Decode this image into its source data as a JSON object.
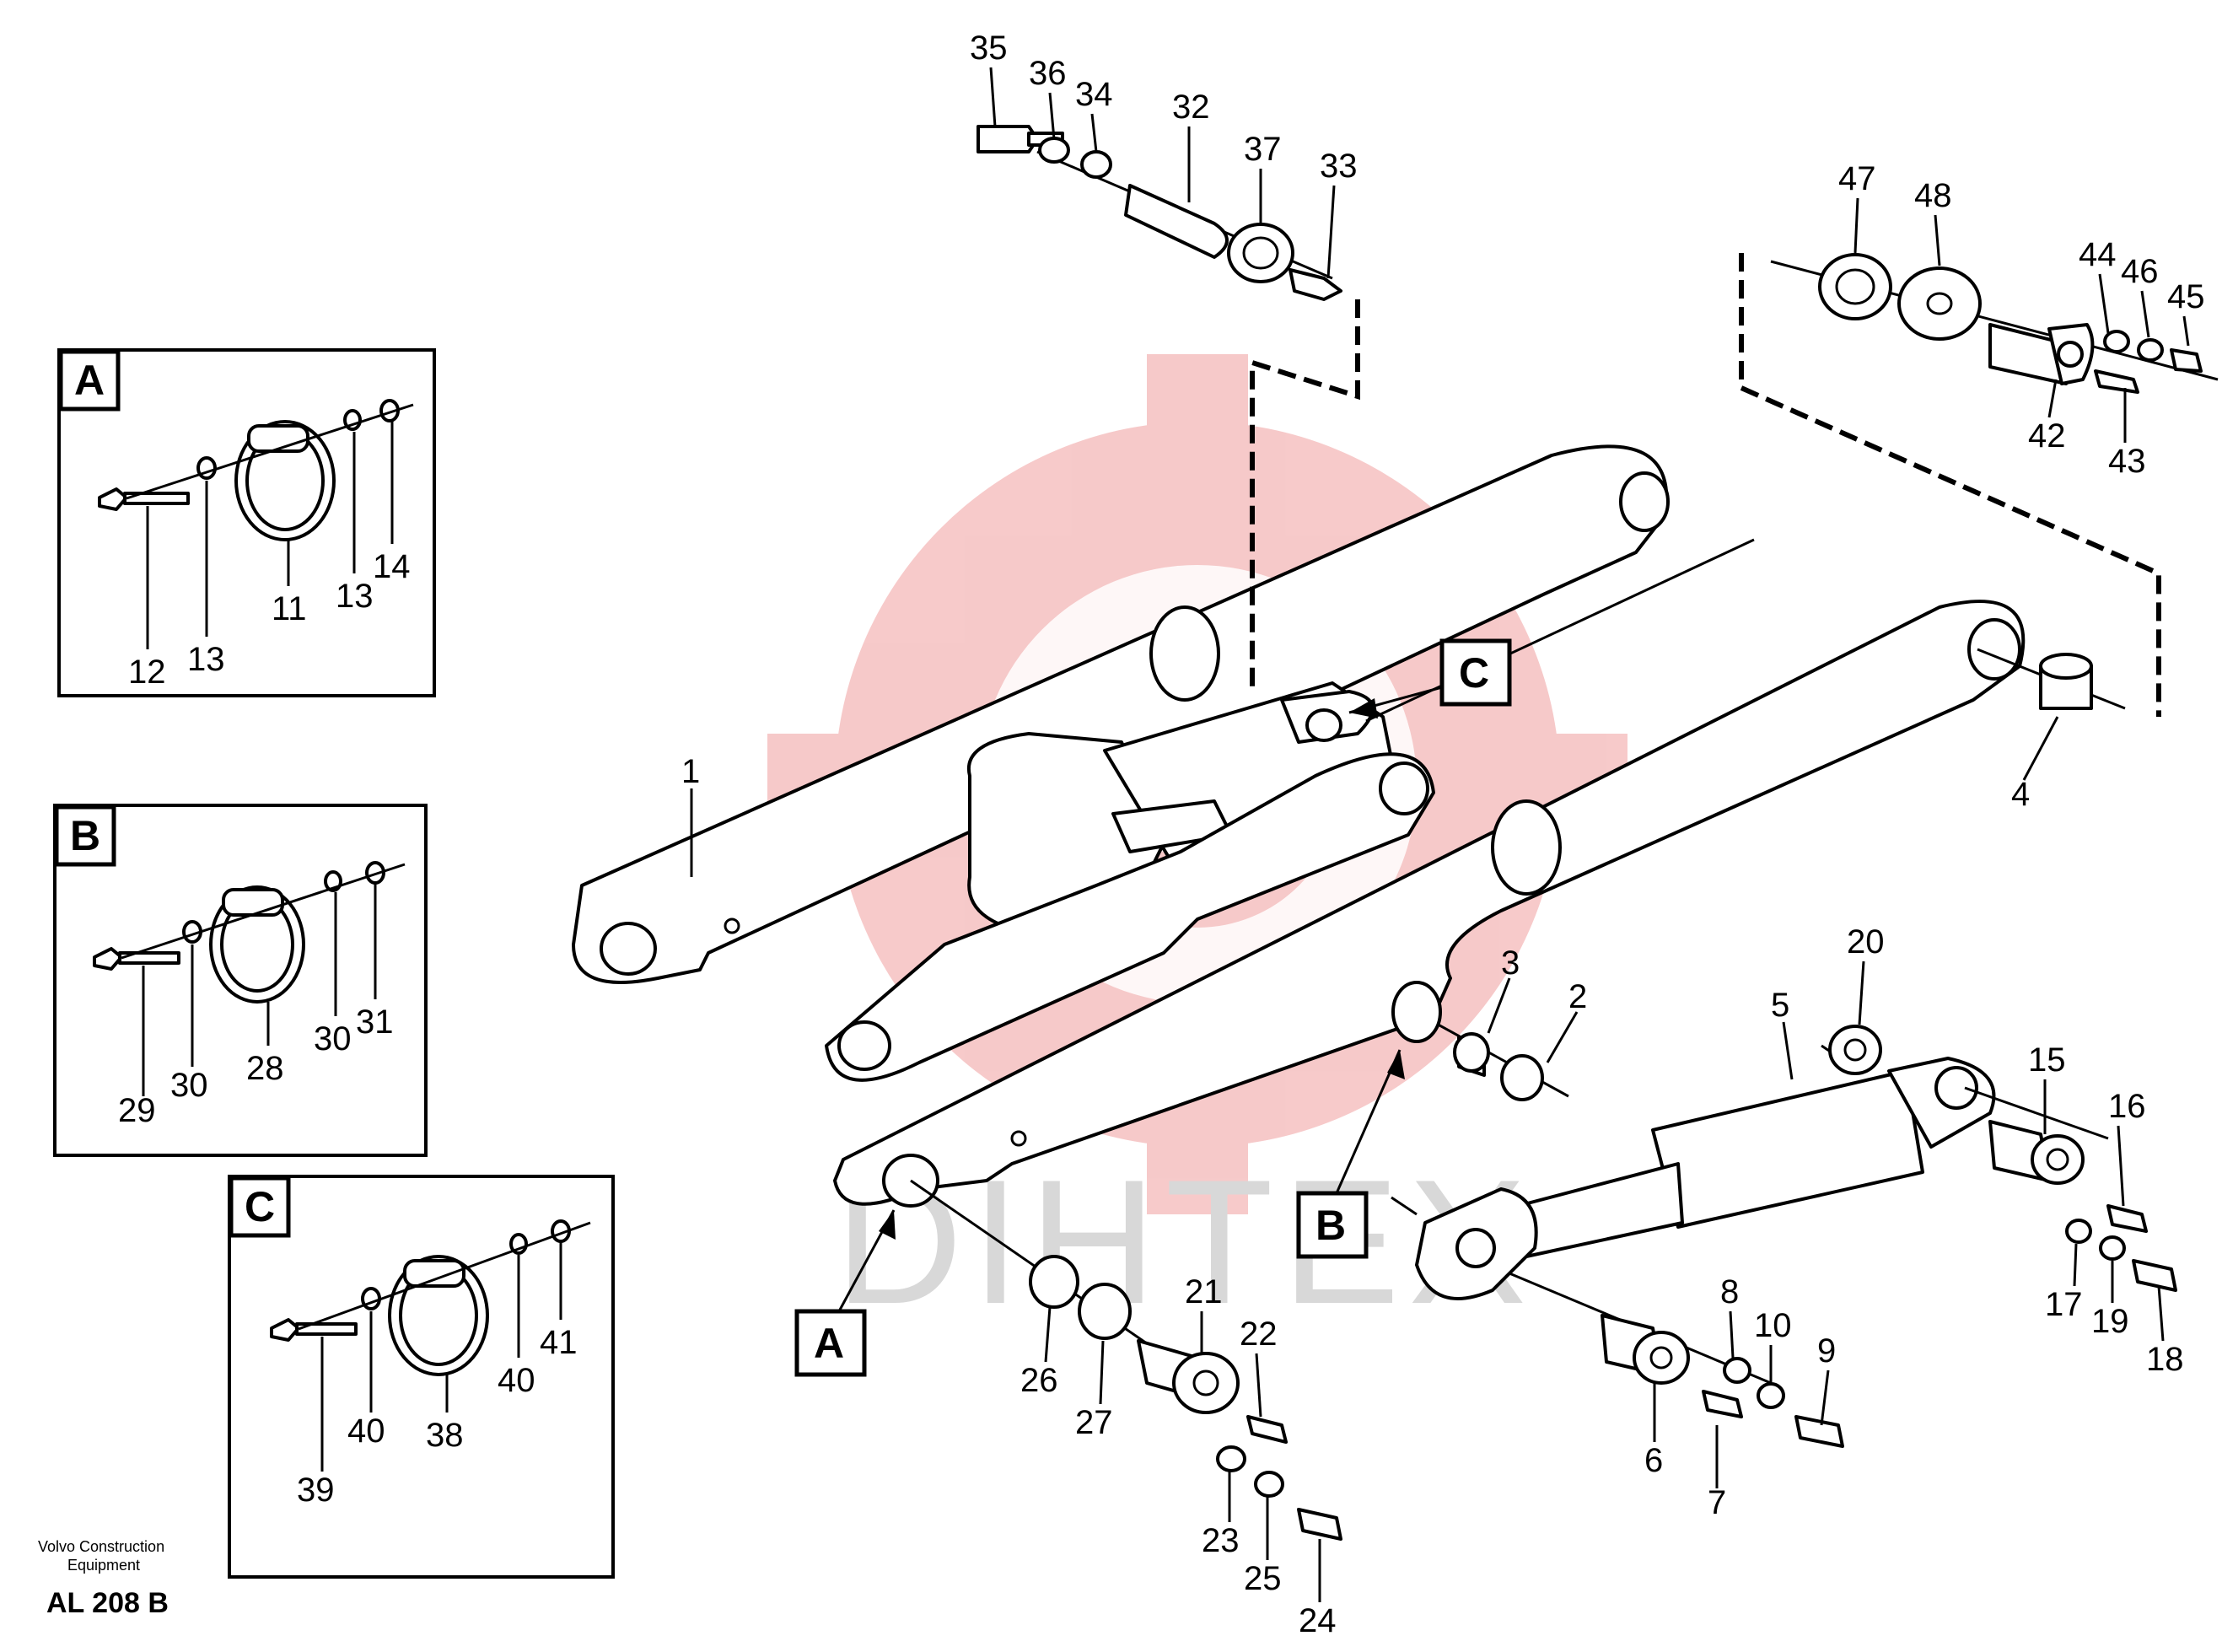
{
  "footer": {
    "company_line1": "Volvo Construction",
    "company_line2": "Equipment",
    "code": "AL 208 B"
  },
  "watermark": {
    "text": "DIHTEX"
  },
  "detail_boxes": [
    {
      "tag": "A",
      "labels": [
        "12",
        "13",
        "11",
        "13",
        "14"
      ]
    },
    {
      "tag": "B",
      "labels": [
        "29",
        "30",
        "28",
        "30",
        "31"
      ]
    },
    {
      "tag": "C",
      "labels": [
        "39",
        "40",
        "38",
        "40",
        "41"
      ]
    }
  ],
  "main_tags": [
    "C",
    "B",
    "A"
  ],
  "callouts": [
    "1",
    "2",
    "3",
    "4",
    "5",
    "6",
    "7",
    "8",
    "9",
    "10",
    "15",
    "16",
    "17",
    "18",
    "19",
    "20",
    "21",
    "22",
    "23",
    "24",
    "25",
    "26",
    "27",
    "32",
    "33",
    "34",
    "35",
    "36",
    "37",
    "42",
    "43",
    "44",
    "45",
    "46",
    "47",
    "48"
  ]
}
